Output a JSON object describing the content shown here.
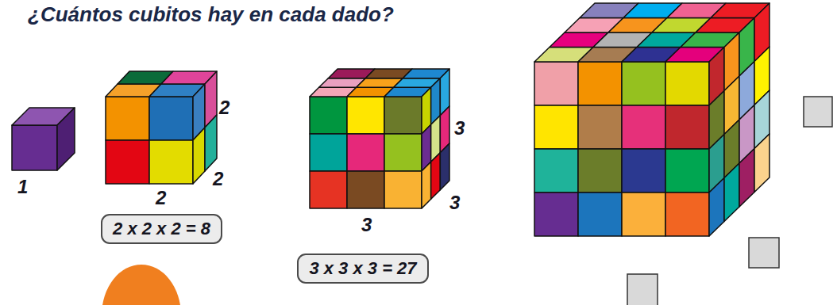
{
  "diagram": {
    "title": "¿Cuántos cubitos hay en cada dado?",
    "nodes": [
      {
        "text": [
          "2 x 2 x 2 = 8"
        ]
      },
      {
        "text": [
          "3 x 3 x 3 = 27"
        ]
      }
    ],
    "labels": [
      "1",
      "2",
      "2",
      "2",
      "3",
      "3",
      "3"
    ]
  }
}
